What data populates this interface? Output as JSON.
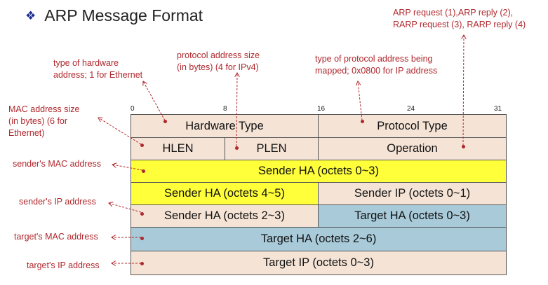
{
  "title": "ARP Message Format",
  "annotations": {
    "opcodes": [
      "ARP request (1),ARP reply (2),",
      "RARP request (3), RARP reply (4)"
    ],
    "hardware_type": [
      "type of hardware",
      "address; 1 for Ethernet"
    ],
    "protocol_size": [
      "protocol address size",
      "(in bytes) (4 for IPv4)"
    ],
    "protocol_type": [
      "type of protocol address being",
      "mapped; 0x0800 for IP address"
    ],
    "mac_size": [
      "MAC address size",
      "(in bytes) (6 for",
      "Ethernet)"
    ],
    "sender_mac": "sender's MAC address",
    "sender_ip": "sender's IP address",
    "target_mac": "target's MAC address",
    "target_ip": "target's IP address"
  },
  "bits": [
    "0",
    "8",
    "16",
    "24",
    "31"
  ],
  "fields": {
    "hardware_type": "Hardware Type",
    "protocol_type": "Protocol Type",
    "hlen": "HLEN",
    "plen": "PLEN",
    "operation": "Operation",
    "sender_ha_0_3": "Sender HA (octets 0~3)",
    "sender_ha_4_5": "Sender HA (octets 4~5)",
    "sender_ip_0_1": "Sender IP (octets 0~1)",
    "sender_ha_2_3": "Sender HA (octets 2~3)",
    "target_ha_0_3": "Target HA (octets 0~3)",
    "target_ha_2_6": "Target HA (octets 2~6)",
    "target_ip_0_3": "Target IP (octets 0~3)"
  },
  "colors": {
    "beige": "#f5e4d6",
    "yellow": "#ffff3a",
    "blue": "#a8cad9",
    "annotation": "#b0282d",
    "bullet": "#1f2f8f"
  }
}
